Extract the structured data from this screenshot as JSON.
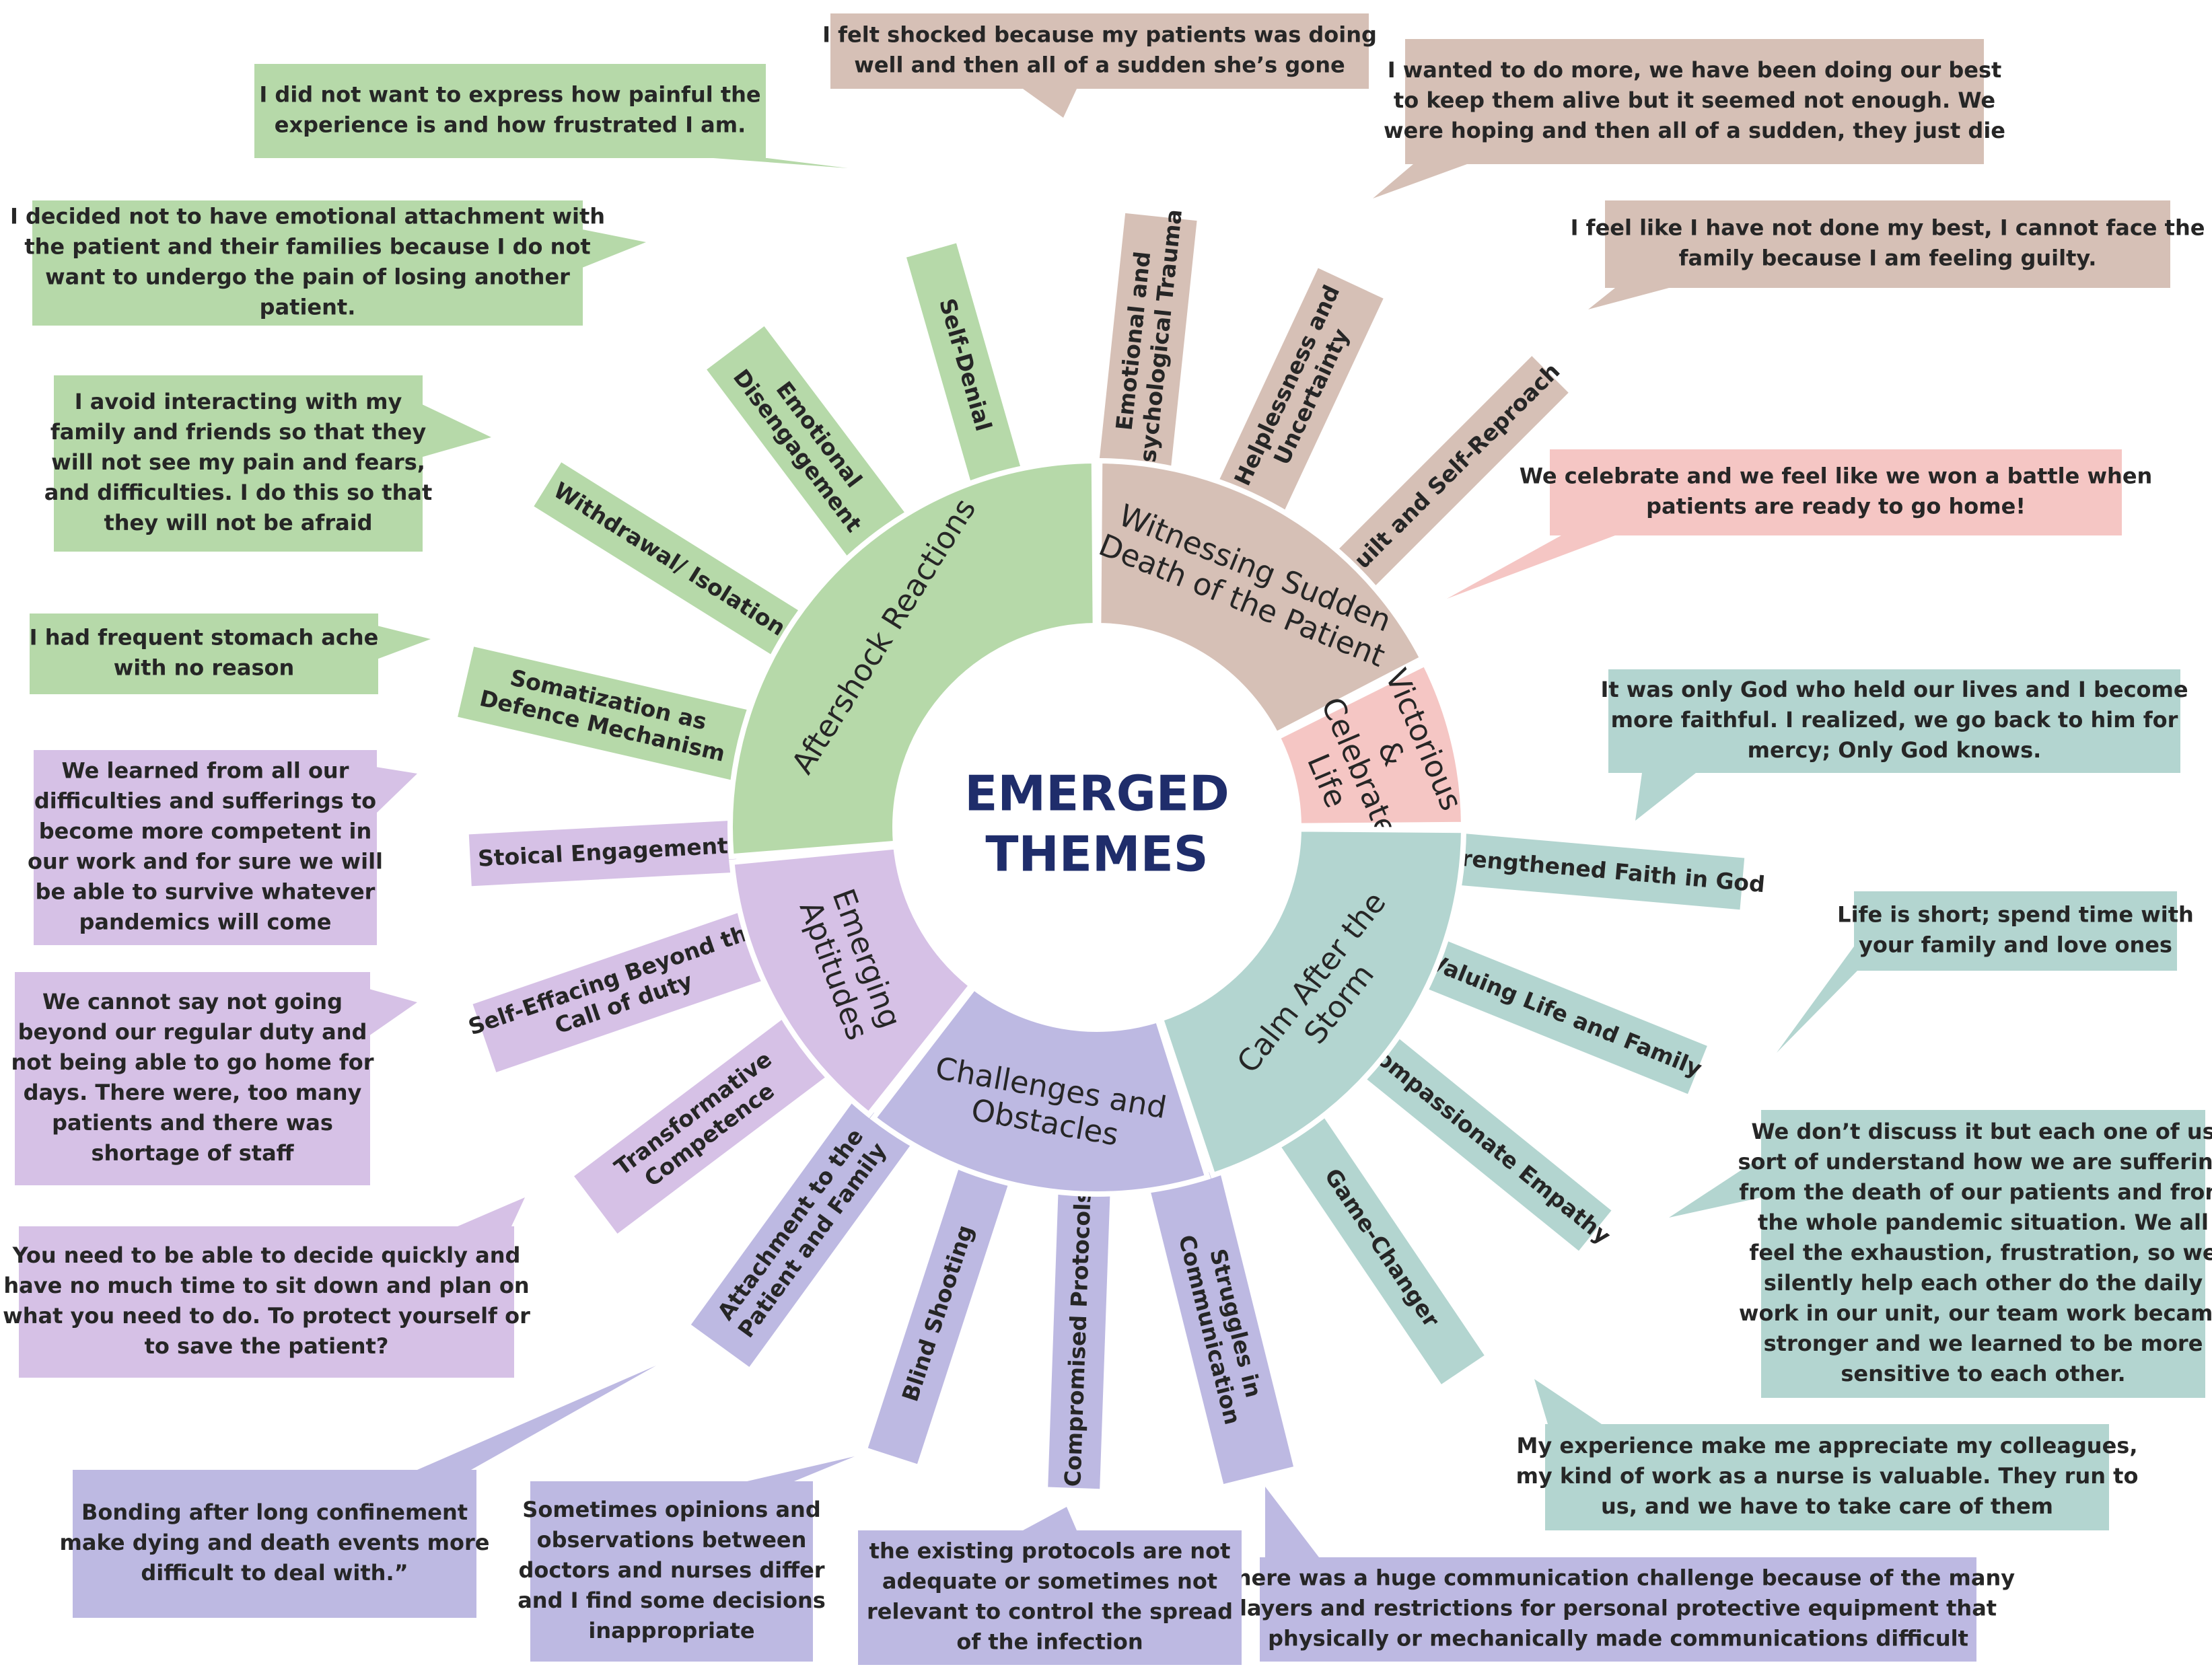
{
  "center": {
    "lines": [
      "EMERGED",
      "THEMES"
    ]
  },
  "colors": {
    "green": "#b6d9a9",
    "tan": "#d6c0b6",
    "pink": "#f5c6c4",
    "teal": "#b3d5d0",
    "lavender": "#d6c1e6",
    "purple": "#bdb9e2",
    "center_text": "#1f2d6b"
  },
  "themes": [
    {
      "id": "aftershock",
      "color": "#b6d9a9",
      "lines": [
        "Aftershock Reactions"
      ]
    },
    {
      "id": "witnessing",
      "color": "#d6c0b6",
      "lines": [
        "Witnessing Sudden",
        "Death of the Patient"
      ]
    },
    {
      "id": "victorious",
      "color": "#f5c6c4",
      "lines": [
        "Victorious",
        "&",
        "Celebrate",
        "Life"
      ]
    },
    {
      "id": "calm",
      "color": "#b3d5d0",
      "lines": [
        "Calm After the",
        "Storm"
      ]
    },
    {
      "id": "challenges",
      "color": "#bdb9e2",
      "lines": [
        "Challenges and",
        "Obstacles"
      ]
    },
    {
      "id": "aptitudes",
      "color": "#d6c1e6",
      "lines": [
        "Emerging",
        "Aptitudes"
      ]
    }
  ],
  "subthemes": [
    {
      "id": "self-denial",
      "theme": "aftershock",
      "lines": [
        "Self-Denial"
      ]
    },
    {
      "id": "emotional-disengagement",
      "theme": "aftershock",
      "lines": [
        "Emotional",
        "Disengagement"
      ]
    },
    {
      "id": "withdrawal-isolation",
      "theme": "aftershock",
      "lines": [
        "Withdrawal/ Isolation"
      ]
    },
    {
      "id": "somatization",
      "theme": "aftershock",
      "lines": [
        "Somatization as",
        "Defence Mechanism"
      ]
    },
    {
      "id": "emotional-trauma",
      "theme": "witnessing",
      "lines": [
        "Emotional and",
        "Psychological Trauma"
      ]
    },
    {
      "id": "helplessness",
      "theme": "witnessing",
      "lines": [
        "Helplessness and",
        "Uncertainty"
      ]
    },
    {
      "id": "guilt",
      "theme": "witnessing",
      "lines": [
        "Guilt and Self-Reproach"
      ]
    },
    {
      "id": "strengthened-faith",
      "theme": "calm",
      "lines": [
        "Strengthened Faith in God"
      ]
    },
    {
      "id": "valuing-life",
      "theme": "calm",
      "lines": [
        "Valuing Life and Family"
      ]
    },
    {
      "id": "compassionate-empathy",
      "theme": "calm",
      "lines": [
        "Compassionate Empathy"
      ]
    },
    {
      "id": "game-changer",
      "theme": "calm",
      "lines": [
        "Game-Changer"
      ]
    },
    {
      "id": "struggles-communication",
      "theme": "challenges",
      "lines": [
        "Struggles in",
        "Communication"
      ]
    },
    {
      "id": "compromised-protocols",
      "theme": "challenges",
      "lines": [
        "Compromised Protocols"
      ]
    },
    {
      "id": "blind-shooting",
      "theme": "challenges",
      "lines": [
        "Blind Shooting"
      ]
    },
    {
      "id": "attachment",
      "theme": "challenges",
      "lines": [
        "Attachment to the",
        "Patient and Family"
      ]
    },
    {
      "id": "transformative",
      "theme": "aptitudes",
      "lines": [
        "Transformative",
        "Competence"
      ]
    },
    {
      "id": "self-effacing",
      "theme": "aptitudes",
      "lines": [
        "Self-Effacing Beyond the",
        "Call of duty"
      ]
    },
    {
      "id": "stoical",
      "theme": "aptitudes",
      "lines": [
        "Stoical Engagement"
      ]
    }
  ],
  "quotes": [
    {
      "id": "q-self-denial",
      "theme": "aftershock",
      "lines": [
        "I did not want to express how painful the",
        "experience is and how frustrated I am."
      ]
    },
    {
      "id": "q-disengagement",
      "theme": "aftershock",
      "lines": [
        "I decided not to have emotional attachment with",
        "the patient and their families because I do not",
        "want to undergo the pain of losing another",
        "patient."
      ]
    },
    {
      "id": "q-withdrawal",
      "theme": "aftershock",
      "lines": [
        "I avoid interacting with my",
        "family and friends so that they",
        "will not see my pain and fears,",
        "and difficulties. I do this so that",
        "they will not be afraid"
      ]
    },
    {
      "id": "q-somatization",
      "theme": "aftershock",
      "lines": [
        "I had frequent stomach ache",
        "with no reason"
      ]
    },
    {
      "id": "q-trauma",
      "theme": "witnessing",
      "lines": [
        "I felt shocked because my patients was doing",
        "well and then all of a sudden she’s gone"
      ]
    },
    {
      "id": "q-helplessness",
      "theme": "witnessing",
      "lines": [
        "I wanted to do more, we have been doing our best",
        "to keep them alive but it seemed not enough. We",
        "were hoping and then all of a sudden, they just die"
      ]
    },
    {
      "id": "q-guilt",
      "theme": "witnessing",
      "lines": [
        "I feel like I have not done my best, I cannot face the",
        "family because I am feeling guilty."
      ]
    },
    {
      "id": "q-victorious",
      "theme": "victorious",
      "lines": [
        "We celebrate and we feel like we won a battle when",
        "patients are ready to go home!"
      ]
    },
    {
      "id": "q-faith",
      "theme": "calm",
      "lines": [
        "It was only God who held our lives and I become",
        "more faithful. I realized, we go back to him for",
        "mercy; Only God knows."
      ]
    },
    {
      "id": "q-valuing",
      "theme": "calm",
      "lines": [
        "Life is short; spend time with",
        "your family and love ones"
      ]
    },
    {
      "id": "q-empathy",
      "theme": "calm",
      "lines": [
        "We don’t discuss it but each one of us",
        "sort of understand how we are suffering",
        "from the death of our patients and from",
        "the whole pandemic situation. We all",
        "feel the exhaustion, frustration, so we",
        "silently help each other do the daily",
        "work in our unit, our team work became",
        "stronger and we learned to be more",
        "sensitive to each other."
      ]
    },
    {
      "id": "q-game-changer",
      "theme": "calm",
      "lines": [
        "My experience make me appreciate my colleagues,",
        "my kind of work as a nurse is valuable. They run to",
        "us, and we have to take care of them"
      ]
    },
    {
      "id": "q-communication",
      "theme": "challenges",
      "lines": [
        "There was a huge communication challenge because of the many",
        "layers and restrictions for personal protective equipment that",
        "physically or mechanically made communications difficult"
      ]
    },
    {
      "id": "q-protocols",
      "theme": "challenges",
      "lines": [
        "the existing protocols are not",
        "adequate or sometimes not",
        "relevant to control the spread",
        "of the infection"
      ]
    },
    {
      "id": "q-blind",
      "theme": "challenges",
      "lines": [
        "Sometimes opinions and",
        "observations between",
        "doctors and nurses differ",
        "and I find some decisions",
        "inappropriate"
      ]
    },
    {
      "id": "q-attachment",
      "theme": "challenges",
      "lines": [
        "Bonding after long confinement",
        "make dying and death events more",
        "difficult to deal with.”"
      ]
    },
    {
      "id": "q-transformative",
      "theme": "aptitudes",
      "lines": [
        "You need to be able to decide quickly and",
        "have no much time to sit down and plan on",
        "what you need to do. To protect yourself or",
        "to save the patient?"
      ]
    },
    {
      "id": "q-self-effacing",
      "theme": "aptitudes",
      "lines": [
        "We cannot say not going",
        "beyond our regular duty and",
        "not being able to go home for",
        "days. There were, too many",
        "patients and there was",
        "shortage of staff"
      ]
    },
    {
      "id": "q-stoical",
      "theme": "aptitudes",
      "lines": [
        "We learned from all our",
        "difficulties and sufferings to",
        "become more competent in",
        "our work and for sure we will",
        "be able to survive whatever",
        "pandemics will come"
      ]
    }
  ]
}
